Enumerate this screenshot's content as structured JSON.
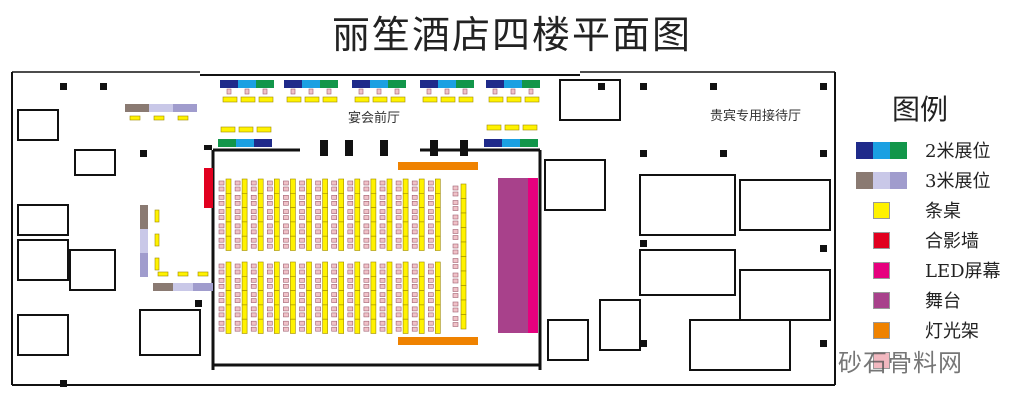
{
  "title": "丽笙酒店四楼平面图",
  "rooms": {
    "prefunction": "宴会前厅",
    "vip_lounge": "贵宾专用接待厅"
  },
  "legend": {
    "title": "图例",
    "items": [
      {
        "label": "2米展位",
        "colors": [
          "#1f2a8a",
          "#1ba0e2",
          "#12964a"
        ]
      },
      {
        "label": "3米展位",
        "colors": [
          "#8a7a72",
          "#c9c8e8",
          "#a09ccd"
        ]
      },
      {
        "label": "条桌",
        "colors": [
          "#fff200"
        ]
      },
      {
        "label": "合影墙",
        "colors": [
          "#e1001f"
        ]
      },
      {
        "label": "LED屏幕",
        "colors": [
          "#e6007e"
        ]
      },
      {
        "label": "舞台",
        "colors": [
          "#a8418b"
        ]
      },
      {
        "label": "灯光架",
        "colors": [
          "#ef8200"
        ]
      },
      {
        "label": "",
        "colors": [
          "#f2b8c0"
        ]
      }
    ]
  },
  "watermark": "砂石骨料网",
  "colors": {
    "wall": "#111111",
    "table": "#fff200",
    "chair": "#f0c2c8"
  }
}
